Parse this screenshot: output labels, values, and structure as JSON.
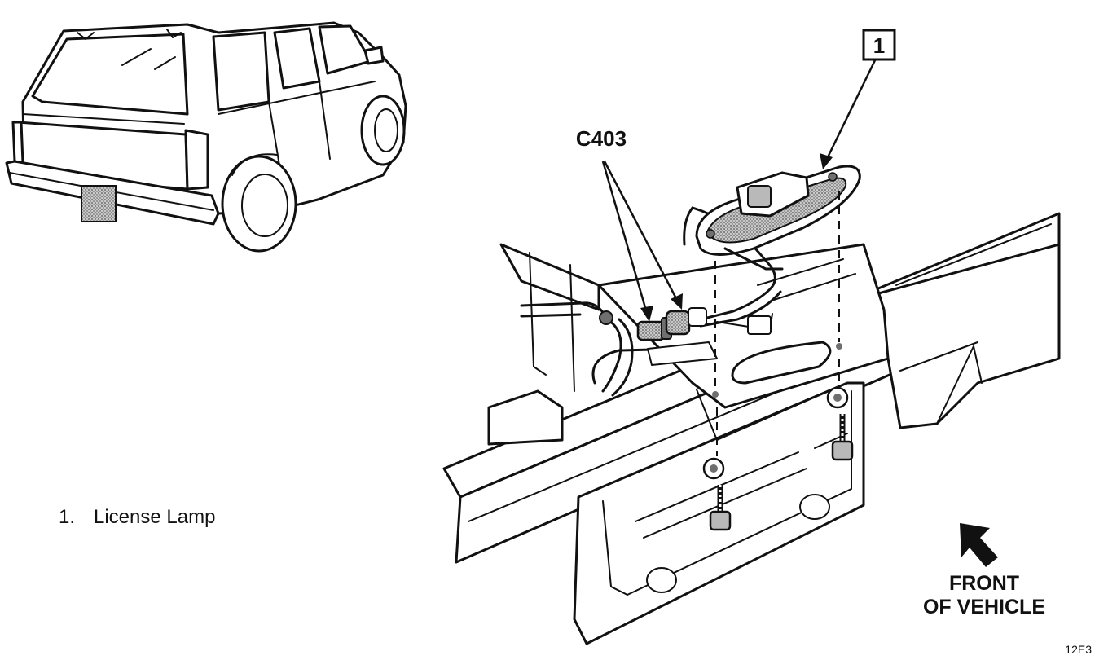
{
  "callouts": {
    "part_number": "1",
    "connector": "C403"
  },
  "legend": {
    "item_1_number": "1.",
    "item_1_text": "License Lamp"
  },
  "direction": {
    "line1": "FRONT",
    "line2": "OF VEHICLE"
  },
  "figure_code": "12E3"
}
